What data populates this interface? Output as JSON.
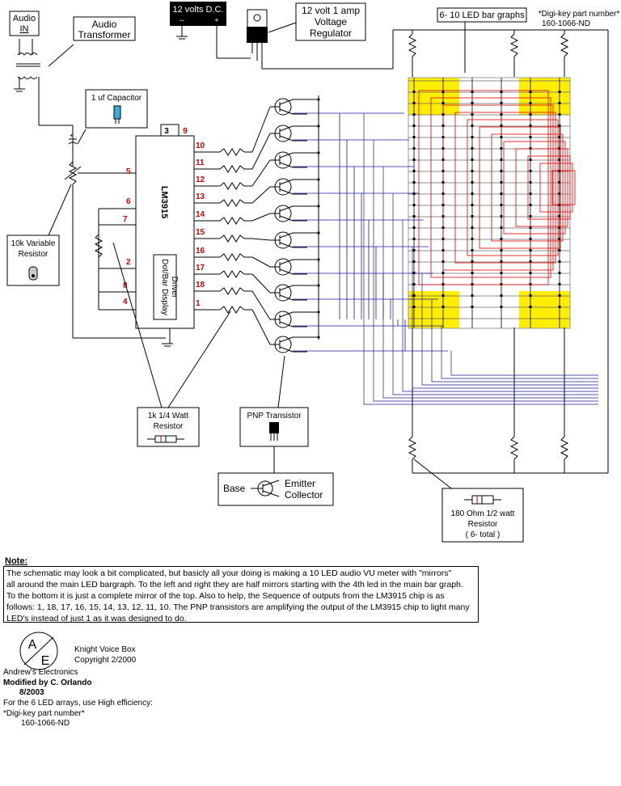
{
  "labels": {
    "audio_in_1": "Audio",
    "audio_in_2": "IN",
    "audio_transformer_1": "Audio",
    "audio_transformer_2": "Transformer",
    "power_supply": "12 volts D.C.",
    "power_minus": "--",
    "power_plus": "+",
    "regulator_1": "12 volt 1 amp",
    "regulator_2": "Voltage",
    "regulator_3": "Regulator",
    "bargraphs": "6- 10 LED bar graphs",
    "digikey_1": "*Digi-key part number*",
    "digikey_2": "160-1066-ND",
    "capacitor": "1 uf Capacitor",
    "variable_resistor_1": "10k Variable",
    "variable_resistor_2": "Resistor",
    "chip_name": "LM3915",
    "chip_sub_1": "Dot/Bar Display",
    "chip_sub_2": "Driver",
    "resistor_1k_1": "1k 1/4 Watt",
    "resistor_1k_2": "Resistor",
    "pnp": "PNP Transistor",
    "pin_base": "Base",
    "pin_emitter": "Emitter",
    "pin_collector": "Collector",
    "resistor_180_1": "180 Ohm 1/2 watt",
    "resistor_180_2": "Resistor",
    "resistor_180_3": "( 6- total )"
  },
  "pins": {
    "p3": "3",
    "p9": "9",
    "p5": "5",
    "p6": "6",
    "p7": "7",
    "p2": "2",
    "p8": "8",
    "p4": "4",
    "out": [
      "10",
      "11",
      "12",
      "13",
      "14",
      "15",
      "16",
      "17",
      "18",
      "1"
    ]
  },
  "note": {
    "title": "Note:",
    "lines": [
      "The schematic may look a bit complicated, but basicly all your doing is making a 10 LED audio VU meter with \"mirrors\"",
      "all around the main LED bargraph. To the left and right they are half mirrors starting with the 4th led in the main bar graph.",
      "To the bottom it is just a complete mirror of the top.  Also to help, the Sequence of outputs from the LM3915 chip is as",
      "follows: 1, 18, 17, 16, 15, 14, 13, 12, 11, 10.  The PNP transistors are amplifying the output of the LM3915 chip to light many",
      "LED's instead of just 1 as it was designed to do."
    ]
  },
  "footer": {
    "logo_a": "A",
    "logo_e": "E",
    "title": "Knight Voice Box",
    "copyright": "Copyright 2/2000",
    "company": "Andrew's Electronics",
    "modified": "Modified by C. Orlando",
    "date": "8/2003",
    "led_note": "For the 6 LED arrays, use High efficiency:",
    "digikey_1": "*Digi-key part number*",
    "digikey_2": "160-1066-ND"
  },
  "colors": {
    "pin_numbers": "#cc0000",
    "bargraph_fill": "#ffee00",
    "wire_blue": "#1a1aa0",
    "wire_red": "#dd0000"
  }
}
